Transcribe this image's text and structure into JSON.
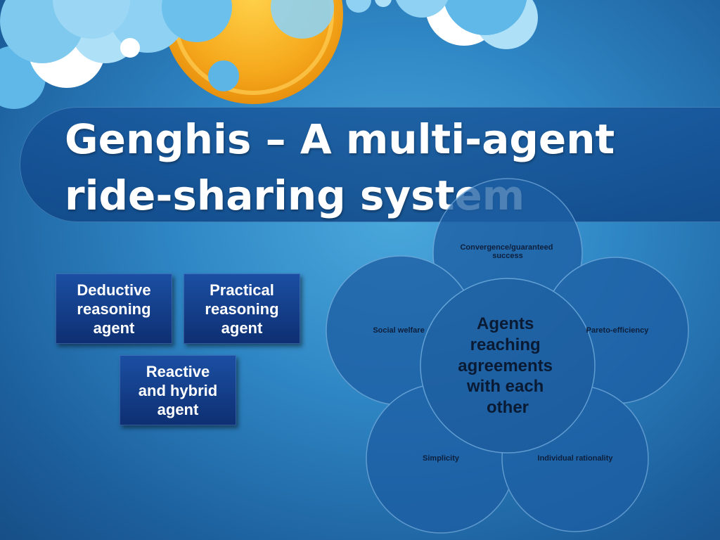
{
  "slide": {
    "title_line1": "Genghis – A multi-agent",
    "title_line2": "ride-sharing system"
  },
  "boxes": {
    "deductive": "Deductive\nreasoning\nagent",
    "practical": "Practical\nreasoning\nagent",
    "reactive": "Reactive\nand hybrid\nagent"
  },
  "diagram": {
    "center": [
      "Agents",
      "reaching",
      "agreements",
      "with each",
      "other"
    ],
    "petals": {
      "top": [
        "Convergence/guaranteed",
        "success"
      ],
      "left": "Social welfare",
      "right": "Pareto-efficiency",
      "bottom_left": "Simplicity",
      "bottom_right": "Individual rationality"
    }
  },
  "colors": {
    "petal_fill": "#1d5fa4",
    "petal_stroke": "#6fa6d8",
    "box_fill": "#123d8a"
  }
}
